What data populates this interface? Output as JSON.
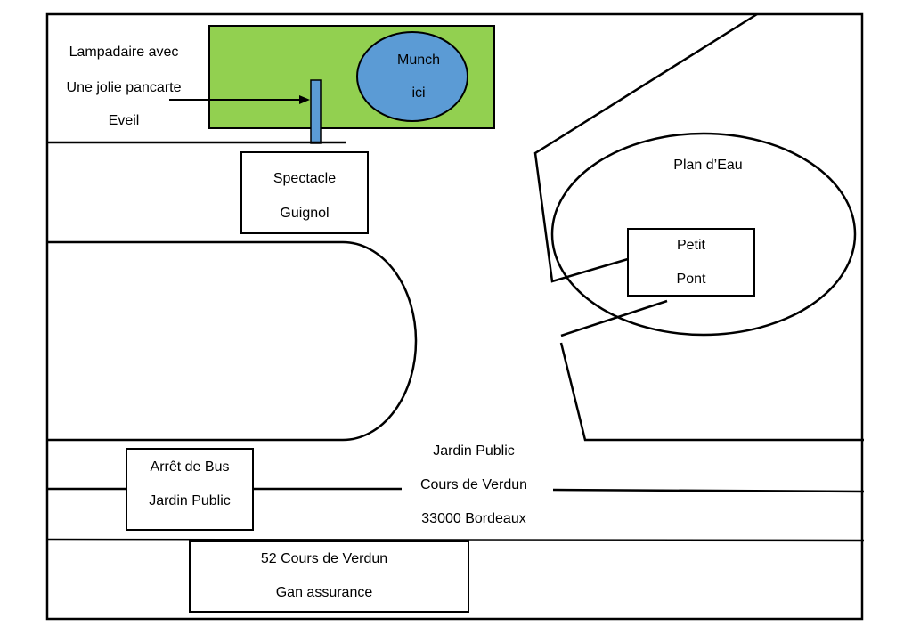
{
  "colors": {
    "park_green": "#92d050",
    "pond_blue": "#5b9bd5",
    "lamp_blue": "#5b9bd5",
    "line": "#000000"
  },
  "labels": {
    "lamp_line1": "Lampadaire avec",
    "lamp_line2": "Une jolie pancarte",
    "lamp_line3": "Eveil",
    "munch_line1": "Munch",
    "munch_line2": "ici",
    "spectacle_line1": "Spectacle",
    "spectacle_line2": "Guignol",
    "plan_eau": "Plan d’Eau",
    "petit_pont_line1": "Petit",
    "petit_pont_line2": "Pont",
    "jardin_line1": "Jardin Public",
    "jardin_line2": "Cours de Verdun",
    "jardin_line3": "33000 Bordeaux",
    "bus_line1": "Arrêt de Bus",
    "bus_line2": "Jardin Public",
    "gan_line1": "52 Cours de Verdun",
    "gan_line2": "Gan assurance"
  }
}
